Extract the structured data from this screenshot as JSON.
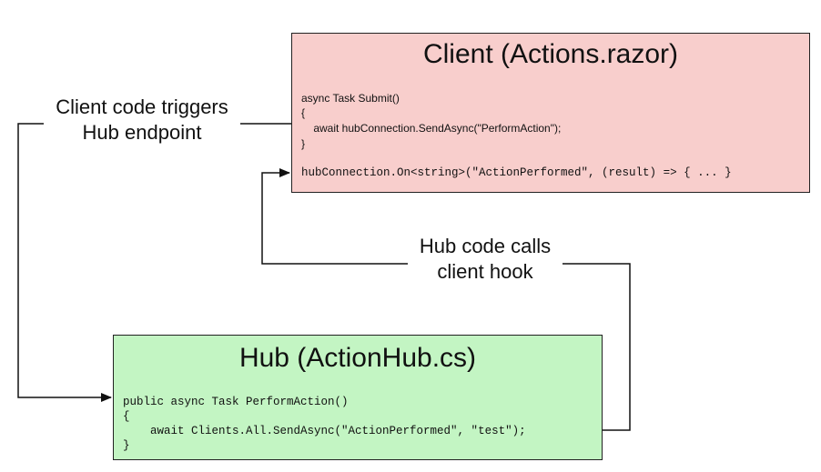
{
  "client": {
    "title": "Client (Actions.razor)",
    "code": [
      "async Task Submit()",
      "{",
      "    await hubConnection.SendAsync(\"PerformAction\");",
      "}"
    ],
    "hook": "hubConnection.On<string>(\"ActionPerformed\", (result) => { ... }",
    "color": "#f8cecc"
  },
  "hub": {
    "title": "Hub (ActionHub.cs)",
    "code": [
      "public async Task PerformAction()",
      "{",
      "    await Clients.All.SendAsync(\"ActionPerformed\", \"test\");",
      "}"
    ],
    "color": "#c3f5c3"
  },
  "edges": {
    "client_to_hub": {
      "line1": "Client code triggers",
      "line2": "Hub endpoint"
    },
    "hub_to_client": {
      "line1": "Hub code calls",
      "line2": "client hook"
    }
  }
}
